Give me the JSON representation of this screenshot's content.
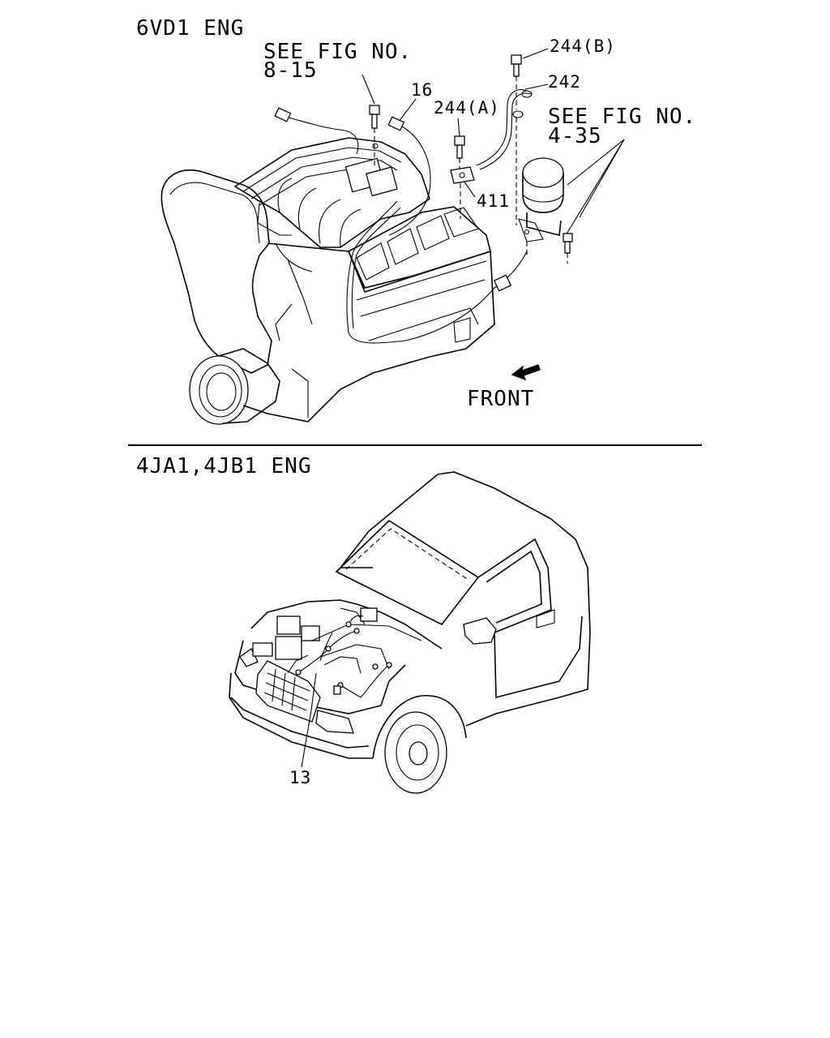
{
  "sections": {
    "top_title": "6VD1 ENG",
    "bottom_title": "4JA1,4JB1 ENG"
  },
  "callouts": {
    "see_fig_1_line1": "SEE FIG NO.",
    "see_fig_1_line2": "8-15",
    "see_fig_2_line1": "SEE FIG NO.",
    "see_fig_2_line2": "4-35",
    "part_16": "16",
    "part_244a": "244(A)",
    "part_244b": "244(B)",
    "part_242": "242",
    "part_411": "411",
    "part_13": "13",
    "front": "FRONT"
  },
  "icons": [
    "front-arrow-icon"
  ]
}
